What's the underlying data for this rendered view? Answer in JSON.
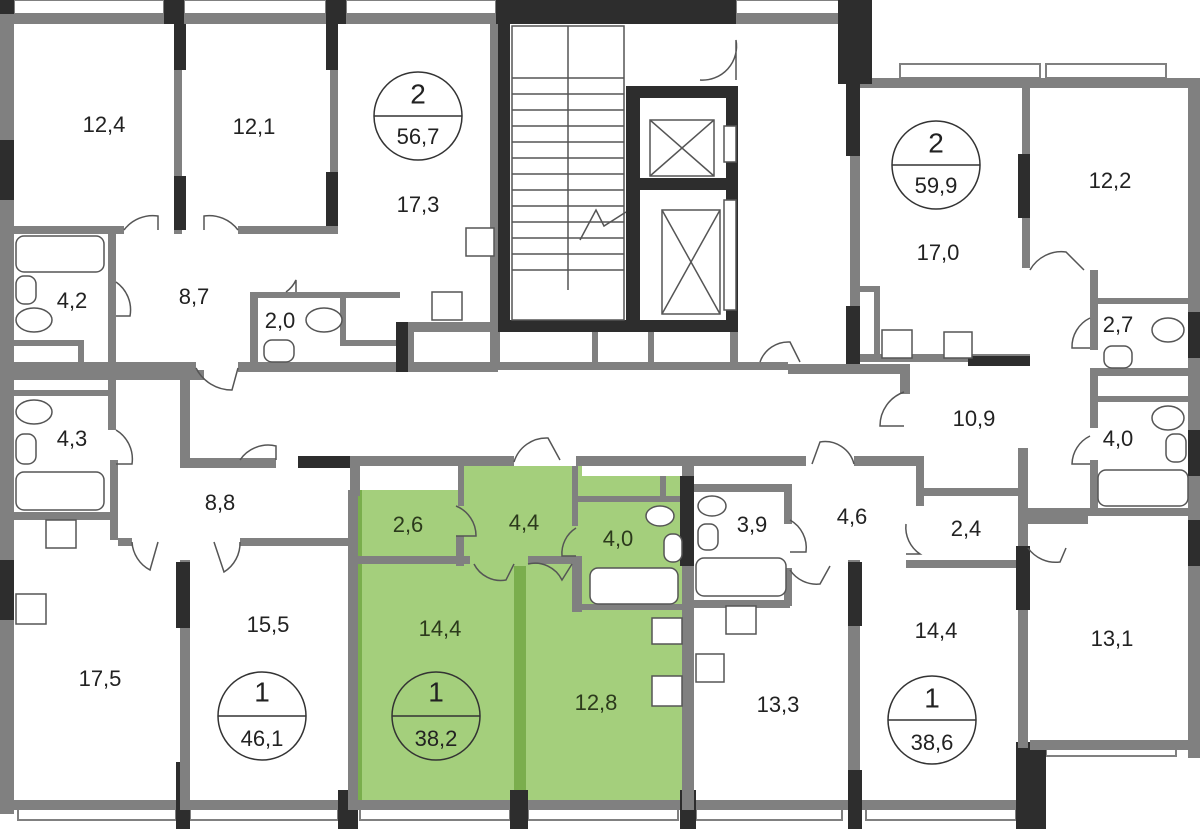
{
  "colors": {
    "highlight": "#a4cf7c",
    "highlight_dark": "#7aae4d",
    "wall": "#808080",
    "wall_dark": "#2d2d2d",
    "text": "#222222"
  },
  "rooms": {
    "r1": "12,4",
    "r2": "12,1",
    "r3": "17,3",
    "r4": "4,2",
    "r5": "8,7",
    "r6": "2,0",
    "r7": "17,0",
    "r8": "12,2",
    "r9": "2,7",
    "r10": "10,9",
    "r11": "4,0",
    "r12": "4,3",
    "r13": "8,8",
    "r14": "17,5",
    "r15": "15,5",
    "r16": "2,6",
    "r17": "4,4",
    "r18": "4,0",
    "r19": "14,4",
    "r20": "12,8",
    "r21": "3,9",
    "r22": "4,6",
    "r23": "2,4",
    "r24": "13,3",
    "r25": "14,4",
    "r26": "13,1"
  },
  "apartments": {
    "a1": {
      "rooms": "2",
      "area": "56,7"
    },
    "a2": {
      "rooms": "2",
      "area": "59,9"
    },
    "a3": {
      "rooms": "1",
      "area": "46,1"
    },
    "a4": {
      "rooms": "1",
      "area": "38,2"
    },
    "a5": {
      "rooms": "1",
      "area": "38,6"
    }
  },
  "icons": [
    "stove-icon",
    "sink-icon",
    "toilet-icon",
    "bathtub-icon",
    "elevator-icon",
    "stairs-icon",
    "door-icon",
    "window-icon"
  ],
  "highlighted_apartment": "a4"
}
